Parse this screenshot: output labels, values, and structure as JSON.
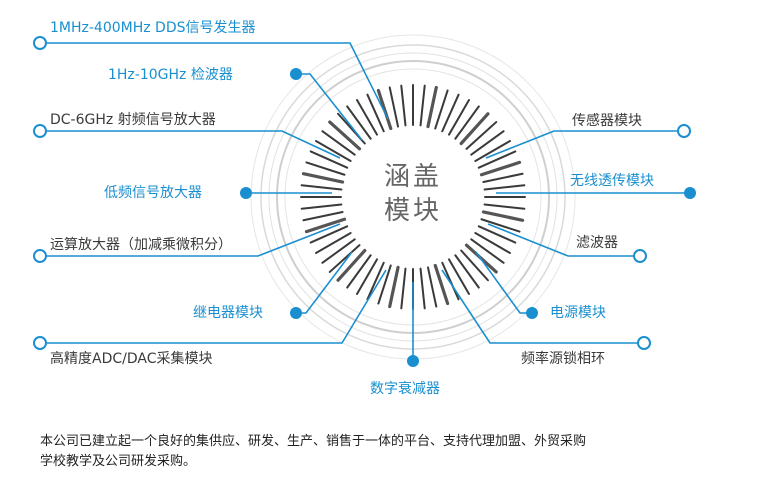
{
  "center": {
    "line1": "涵盖",
    "line2": "模块"
  },
  "labels": [
    {
      "id": "dds",
      "text": "1MHz-400MHz  DDS信号发生器"
    },
    {
      "id": "detector",
      "text": "1Hz-10GHz  检波器"
    },
    {
      "id": "rf-amp",
      "text": "DC-6GHz  射频信号放大器"
    },
    {
      "id": "lf-amp",
      "text": "低频信号放大器"
    },
    {
      "id": "opamp",
      "text": "运算放大器（加减乘微积分）"
    },
    {
      "id": "relay",
      "text": "继电器模块"
    },
    {
      "id": "adc",
      "text": "高精度ADC/DAC采集模块"
    },
    {
      "id": "attenuator",
      "text": "数字衰减器"
    },
    {
      "id": "pll",
      "text": "频率源锁相环"
    },
    {
      "id": "power",
      "text": "电源模块"
    },
    {
      "id": "filter",
      "text": "滤波器"
    },
    {
      "id": "wireless",
      "text": "无线透传模块"
    },
    {
      "id": "sensor",
      "text": "传感器模块"
    }
  ],
  "footer": {
    "line1": "本公司已建立起一个良好的集供应、研发、生产、销售于一体的平台、支持代理加盟、外贸采购",
    "line2": "学校教学及公司研发采购。"
  },
  "colors": {
    "accent": "#1a8fd0",
    "ring": "#c8c8c8",
    "tick": "#3a3a3a",
    "text_dark": "#3a3a3a"
  }
}
